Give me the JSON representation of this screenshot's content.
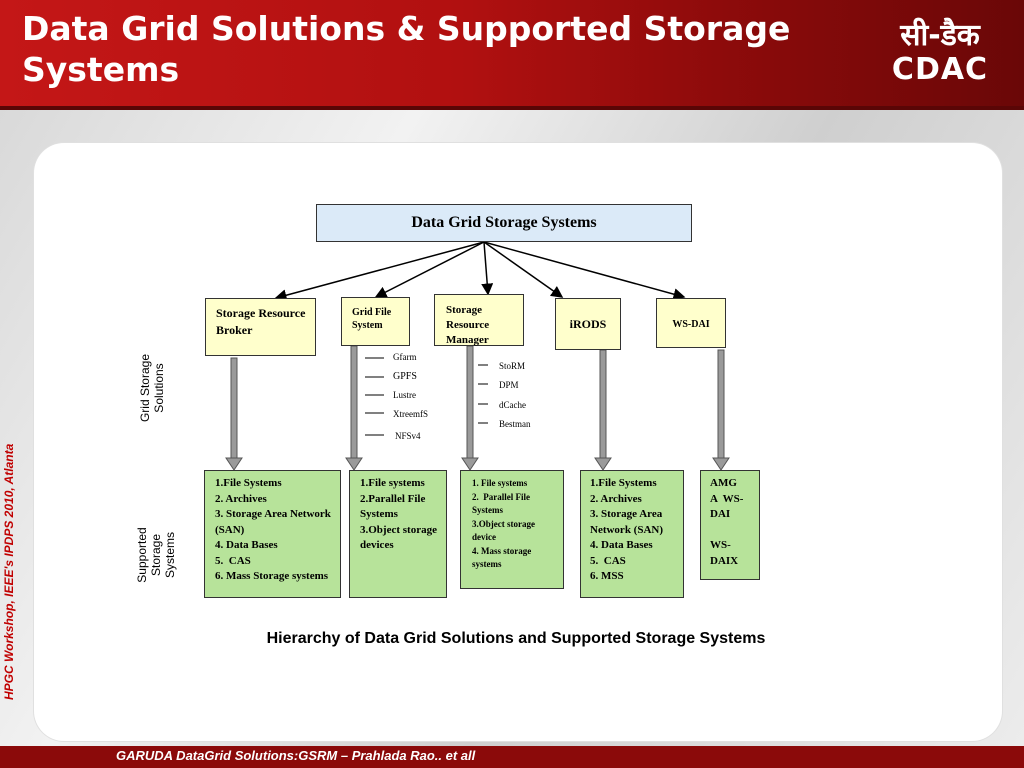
{
  "header": {
    "title": "Data Grid Solutions & Supported Storage Systems",
    "logo_hindi": "सी-डैक",
    "logo_en": "CDAC"
  },
  "side_text": "HPGC Workshop, IEEE's IPDPS 2010, Atlanta",
  "footer": "GARUDA DataGrid Solutions:GSRM – Prahlada Rao.. et all",
  "diagram": {
    "root": "Data Grid Storage Systems",
    "label_solutions": "Grid Storage Solutions",
    "label_systems": "Supported Storage Systems",
    "solutions": [
      {
        "name": "Storage Resource Broker"
      },
      {
        "name": "Grid File System",
        "items": [
          "Gfarm",
          "GPFS",
          "Lustre",
          "XtreemfS",
          "NFSv4"
        ]
      },
      {
        "name": "Storage Resource Manager",
        "items": [
          "StoRM",
          "DPM",
          "dCache",
          "Bestman"
        ]
      },
      {
        "name": "iRODS"
      },
      {
        "name": "WS-DAI"
      }
    ],
    "systems": [
      "1.File Systems\n2. Archives\n3. Storage Area Network (SAN)\n4. Data Bases\n5.  CAS\n6. Mass Storage systems",
      "1.File systems\n2.Parallel File Systems\n3.Object storage devices",
      "1. File systems\n2.  Parallel File Systems\n3.Object storage device\n4. Mass storage systems",
      "1.File Systems\n2. Archives\n3. Storage Area Network (SAN)\n4. Data Bases\n5.  CAS\n6. MSS",
      "AMG\nA  WS-DAI\n\nWS-DAIX"
    ],
    "caption": "Hierarchy of Data Grid Solutions and Supported Storage Systems"
  },
  "colors": {
    "header_red": "#b11010",
    "footer_red": "#8b0a0a",
    "solution_box": "#ffffcc",
    "system_box": "#b7e39a",
    "root_box": "#dbeaf8"
  }
}
